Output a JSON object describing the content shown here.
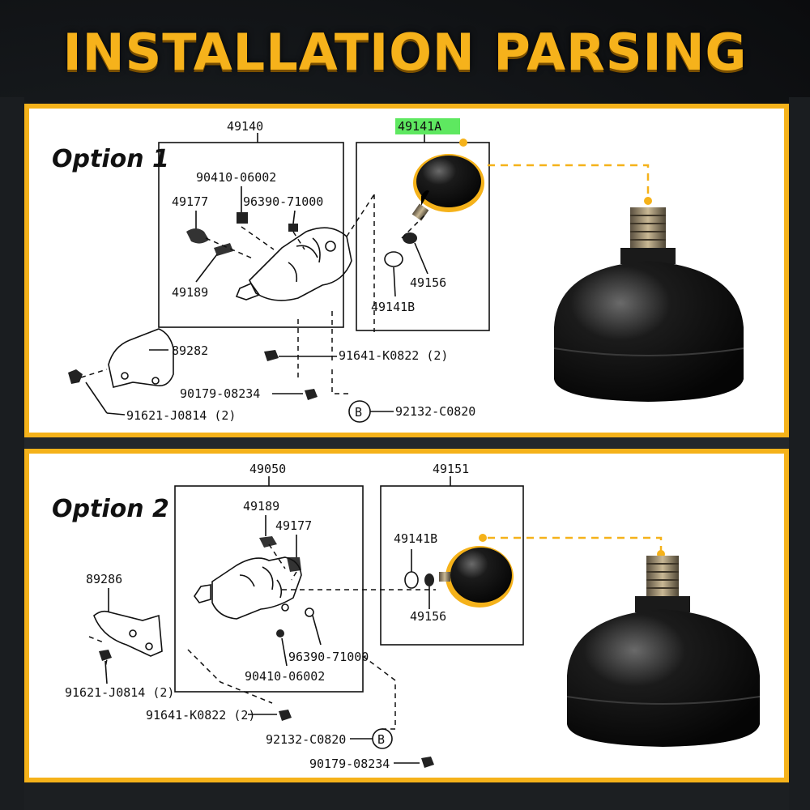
{
  "title": "INSTALLATION PARSING",
  "colors": {
    "accent": "#f5b21a",
    "highlight": "#5ee860",
    "part": "#0a0a0a"
  },
  "option1": {
    "label": "Option 1",
    "parts": {
      "p49140": "49140",
      "p49141A": "49141A",
      "p90410_06002": "90410-06002",
      "p49177": "49177",
      "p96390_71000": "96390-71000",
      "p49189": "49189",
      "p49156": "49156",
      "p49141B": "49141B",
      "p89282": "89282",
      "p91641": "91641-K0822 (2)",
      "p90179": "90179-08234",
      "callout_b": "B",
      "p92132": "92132-C0820",
      "p91621": "91621-J0814 (2)"
    }
  },
  "option2": {
    "label": "Option 2",
    "parts": {
      "p49050": "49050",
      "p49151": "49151",
      "p49189": "49189",
      "p49177": "49177",
      "p49141B": "49141B",
      "p49156": "49156",
      "p89286": "89286",
      "p96390_71000": "96390-71000",
      "p90410_06002": "90410-06002",
      "p91621": "91621-J0814 (2)",
      "p91641": "91641-K0822 (2)",
      "p92132": "92132-C0820",
      "callout_b": "B",
      "p90179": "90179-08234"
    }
  }
}
